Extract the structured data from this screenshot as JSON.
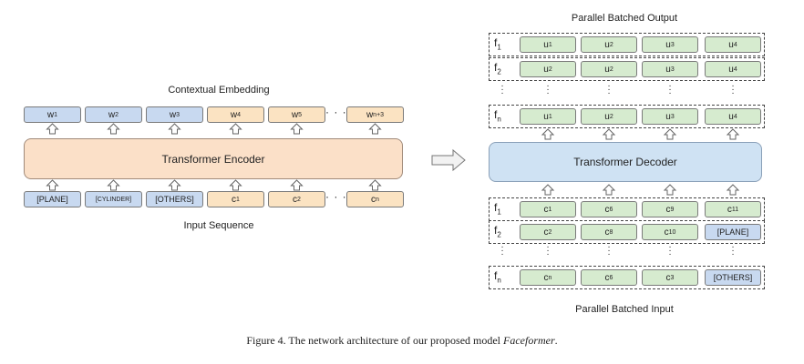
{
  "left": {
    "title": "Contextual Embedding",
    "encoder_label": "Transformer Encoder",
    "input_label": "Input Sequence",
    "outputs": [
      {
        "main": "w",
        "sub": "1",
        "color": "blue"
      },
      {
        "main": "w",
        "sub": "2",
        "color": "blue"
      },
      {
        "main": "w",
        "sub": "3",
        "color": "blue"
      },
      {
        "main": "w",
        "sub": "4",
        "color": "orange"
      },
      {
        "main": "w",
        "sub": "5",
        "color": "orange"
      },
      {
        "main": "w",
        "sub": "n+3",
        "color": "orange"
      }
    ],
    "inputs": [
      {
        "main": "[PLANE]",
        "sub": "",
        "color": "blue"
      },
      {
        "main": "[CYLINDER]",
        "sub": "",
        "color": "blue"
      },
      {
        "main": "[OTHERS]",
        "sub": "",
        "color": "blue"
      },
      {
        "main": "c",
        "sub": "1",
        "color": "orange"
      },
      {
        "main": "c",
        "sub": "2",
        "color": "orange"
      },
      {
        "main": "c",
        "sub": "n",
        "color": "orange"
      }
    ],
    "ellipsis": "· · ·"
  },
  "right": {
    "output_title": "Parallel Batched Output",
    "decoder_label": "Transformer Decoder",
    "input_title": "Parallel Batched Input",
    "out_rows": [
      {
        "label": "f",
        "sub": "1",
        "cells": [
          {
            "main": "u",
            "sub": "1"
          },
          {
            "main": "u",
            "sub": "2"
          },
          {
            "main": "u",
            "sub": "3"
          },
          {
            "main": "u",
            "sub": "4"
          }
        ]
      },
      {
        "label": "f",
        "sub": "2",
        "cells": [
          {
            "main": "u",
            "sub": "2"
          },
          {
            "main": "u",
            "sub": "2"
          },
          {
            "main": "u",
            "sub": "3"
          },
          {
            "main": "u",
            "sub": "4"
          }
        ]
      },
      {
        "label": "f",
        "sub": "n",
        "cells": [
          {
            "main": "u",
            "sub": "1"
          },
          {
            "main": "u",
            "sub": "2"
          },
          {
            "main": "u",
            "sub": "3"
          },
          {
            "main": "u",
            "sub": "4"
          }
        ]
      }
    ],
    "in_rows": [
      {
        "label": "f",
        "sub": "1",
        "cells": [
          {
            "main": "c",
            "sub": "1",
            "color": "green"
          },
          {
            "main": "c",
            "sub": "6",
            "color": "green"
          },
          {
            "main": "c",
            "sub": "9",
            "color": "green"
          },
          {
            "main": "c",
            "sub": "11",
            "color": "green"
          }
        ]
      },
      {
        "label": "f",
        "sub": "2",
        "cells": [
          {
            "main": "c",
            "sub": "2",
            "color": "green"
          },
          {
            "main": "c",
            "sub": "8",
            "color": "green"
          },
          {
            "main": "c",
            "sub": "10",
            "color": "green"
          },
          {
            "main": "[PLANE]",
            "sub": "",
            "color": "blue"
          }
        ]
      },
      {
        "label": "f",
        "sub": "n",
        "cells": [
          {
            "main": "c",
            "sub": "n",
            "color": "green"
          },
          {
            "main": "c",
            "sub": "6",
            "color": "green"
          },
          {
            "main": "c",
            "sub": "3",
            "color": "green"
          },
          {
            "main": "[OTHERS]",
            "sub": "",
            "color": "blue"
          }
        ]
      }
    ]
  },
  "caption": {
    "prefix": "Figure 4. The network architecture of our proposed model ",
    "model": "Faceformer",
    "suffix": "."
  }
}
